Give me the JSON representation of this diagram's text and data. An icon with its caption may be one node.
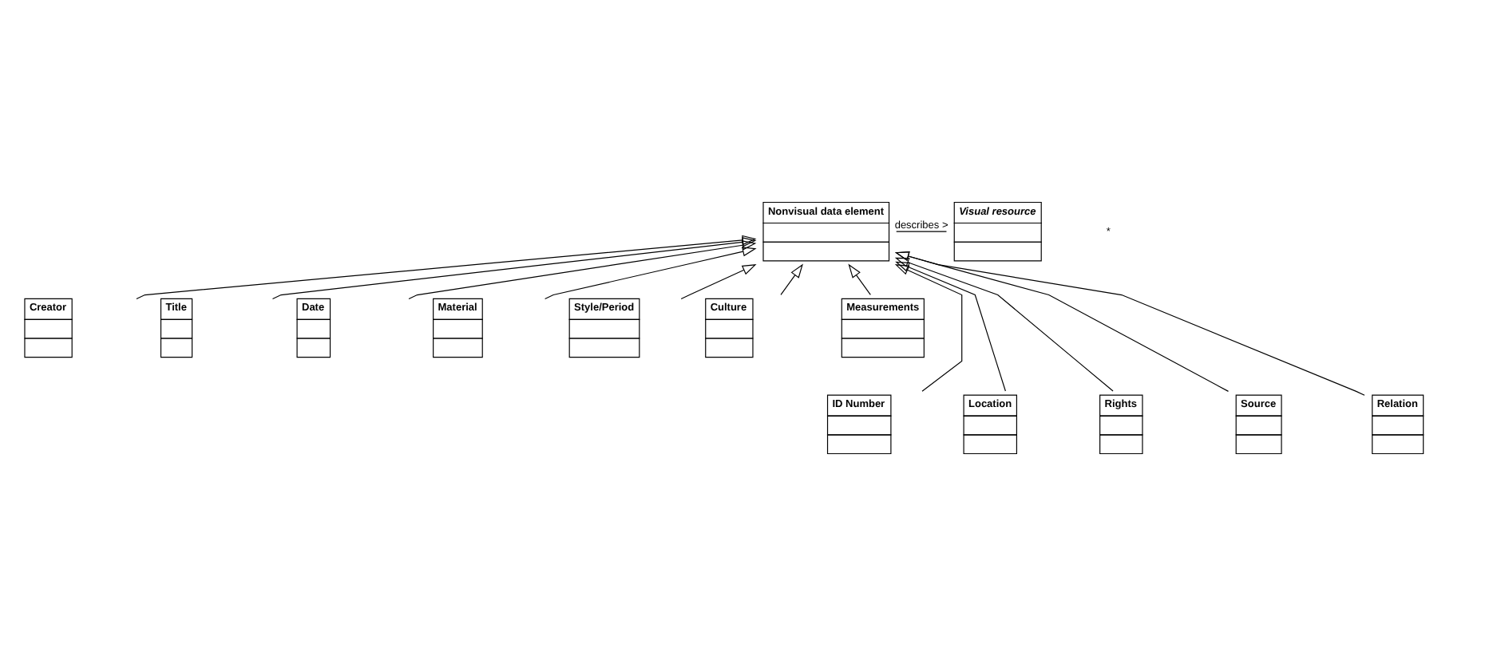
{
  "diagram": {
    "nodes": [
      {
        "text": [
          "Nonvisual data element"
        ]
      },
      {
        "text": [
          "Visual resource"
        ]
      },
      {
        "text": [
          "Creator"
        ]
      },
      {
        "text": [
          "Title"
        ]
      },
      {
        "text": [
          "Date"
        ]
      },
      {
        "text": [
          "Material"
        ]
      },
      {
        "text": [
          "Style/Period"
        ]
      },
      {
        "text": [
          "Culture"
        ]
      },
      {
        "text": [
          "Measurements"
        ]
      },
      {
        "text": [
          "ID Number"
        ]
      },
      {
        "text": [
          "Location"
        ]
      },
      {
        "text": [
          "Rights"
        ]
      },
      {
        "text": [
          "Source"
        ]
      },
      {
        "text": [
          "Relation"
        ]
      }
    ],
    "edges": [
      {
        "from": 0,
        "to": 1,
        "arrow": "none",
        "label": "describes >"
      },
      {
        "from": 2,
        "to": 0,
        "arrow": "to"
      },
      {
        "from": 3,
        "to": 0,
        "arrow": "to"
      },
      {
        "from": 9,
        "to": 0,
        "arrow": "to"
      },
      {
        "from": 4,
        "to": 0,
        "arrow": "to"
      },
      {
        "from": 10,
        "to": 0,
        "arrow": "to"
      },
      {
        "from": 5,
        "to": 0,
        "arrow": "to"
      },
      {
        "from": 11,
        "to": 0,
        "arrow": "to"
      },
      {
        "from": 6,
        "to": 0,
        "arrow": "to"
      },
      {
        "from": 12,
        "to": 0,
        "arrow": "to"
      },
      {
        "from": 7,
        "to": 0,
        "arrow": "to"
      },
      {
        "from": 13,
        "to": 0,
        "arrow": "to"
      },
      {
        "from": 8,
        "to": 0,
        "arrow": "to"
      }
    ],
    "labels": [
      "*"
    ]
  }
}
